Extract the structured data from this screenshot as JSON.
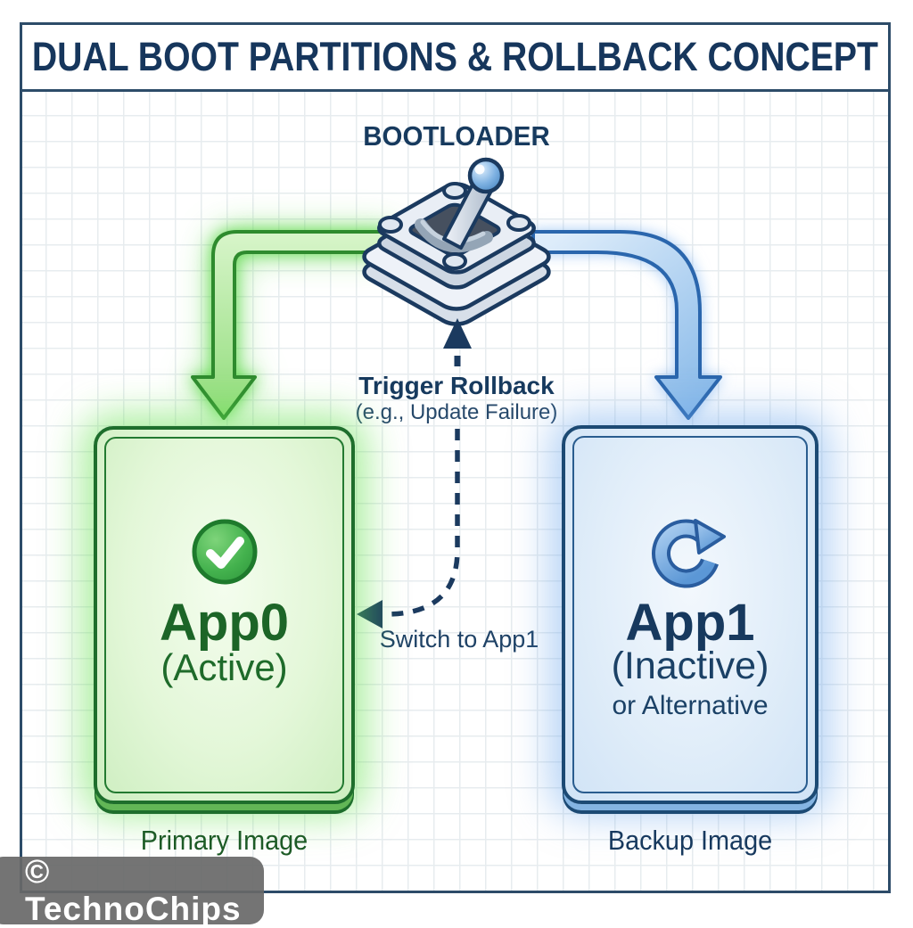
{
  "title": "DUAL BOOT PARTITIONS & ROLLBACK CONCEPT",
  "bootloader": {
    "label": "BOOTLOADER",
    "icon": "toggle-switch-icon"
  },
  "rollback": {
    "trigger_line1": "Trigger Rollback",
    "trigger_line2": "(e.g., Update Failure)",
    "switch_label": "Switch to App1"
  },
  "partitions": {
    "app0": {
      "name": "App0",
      "status": "(Active)",
      "caption": "Primary Image",
      "icon": "check-icon"
    },
    "app1": {
      "name": "App1",
      "status": "(Inactive)",
      "alt": "or Alternative",
      "caption": "Backup Image",
      "icon": "refresh-icon"
    }
  },
  "watermark": {
    "text": "© TechnoChips"
  },
  "colors": {
    "frame_border": "#2d4c69",
    "navy_text": "#173a5e",
    "green_dark": "#1e6e2c",
    "green_text": "#1c6527",
    "green_arrow_stroke": "#2e8b2e",
    "green_glow": "#56d642",
    "blue_dark": "#1c4a74",
    "blue_arrow_stroke": "#2a66ad",
    "blue_glow": "#70aaee",
    "grid_line": "#e7ecef",
    "watermark_bg": "#686868"
  }
}
